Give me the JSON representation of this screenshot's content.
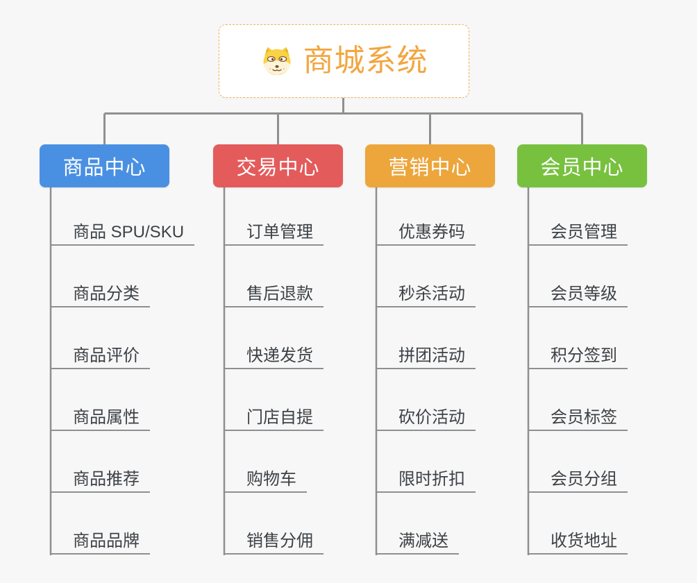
{
  "page": {
    "background": "#f7f7f7"
  },
  "connector_color": "#8f8f8f",
  "root": {
    "title": "商城系统",
    "icon": "shiba-dog-face",
    "text_color": "#f2a640",
    "border_color": "#f0b35e"
  },
  "branches": [
    {
      "label": "商品中心",
      "color": "#4a90e2",
      "items": [
        "商品 SPU/SKU",
        "商品分类",
        "商品评价",
        "商品属性",
        "商品推荐",
        "商品品牌"
      ]
    },
    {
      "label": "交易中心",
      "color": "#e45b5b",
      "items": [
        "订单管理",
        "售后退款",
        "快递发货",
        "门店自提",
        "购物车",
        "销售分佣"
      ]
    },
    {
      "label": "营销中心",
      "color": "#eca63c",
      "items": [
        "优惠券码",
        "秒杀活动",
        "拼团活动",
        "砍价活动",
        "限时折扣",
        "满减送"
      ]
    },
    {
      "label": "会员中心",
      "color": "#77c13f",
      "items": [
        "会员管理",
        "会员等级",
        "积分签到",
        "会员标签",
        "会员分组",
        "收货地址"
      ]
    }
  ]
}
